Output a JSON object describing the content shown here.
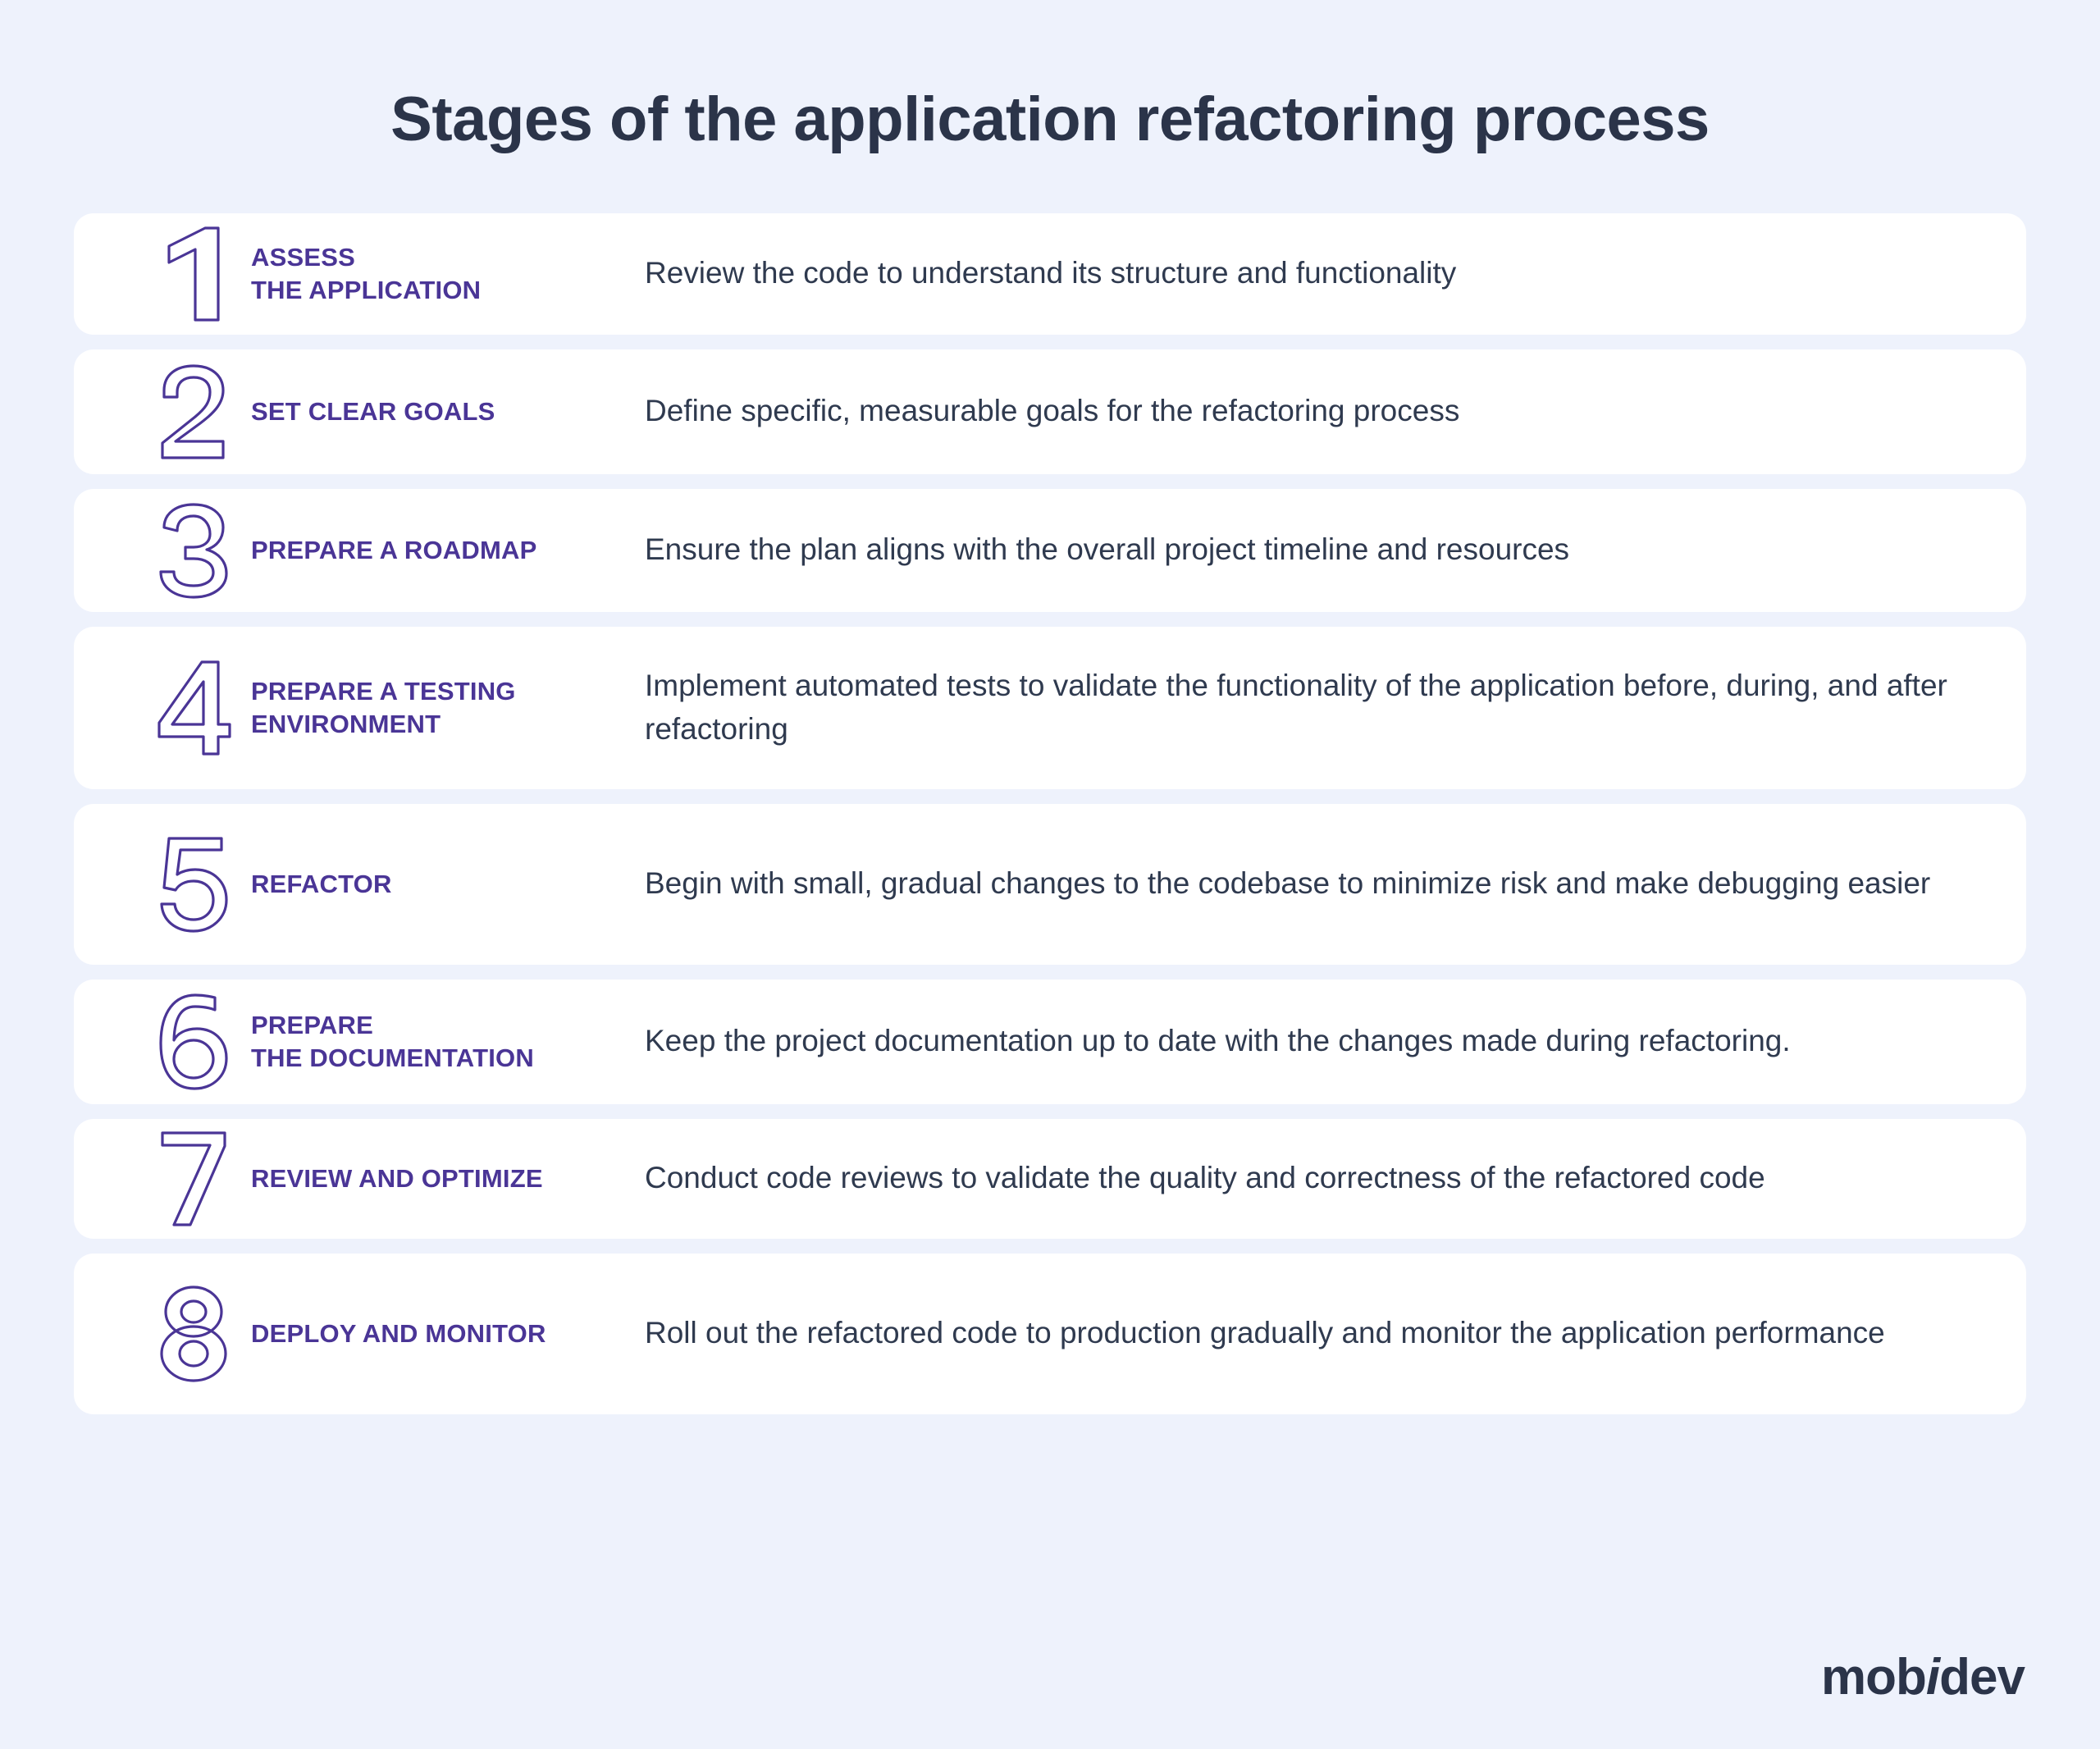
{
  "header": {
    "title": "Stages of the application refactoring process"
  },
  "colors": {
    "background": "#eef2fc",
    "card": "#ffffff",
    "title_text": "#2b3449",
    "step_label": "#4a3596",
    "step_number_outline": "#4a3596",
    "description_text": "#2f3a4f",
    "logo": "#2b3449"
  },
  "steps": [
    {
      "number": "1",
      "label": "ASSESS\nTHE APPLICATION",
      "label_line1": "ASSESS",
      "label_line2": "THE APPLICATION",
      "description": "Review the code to understand its structure and functionality"
    },
    {
      "number": "2",
      "label": "SET CLEAR GOALS",
      "label_line1": "SET CLEAR GOALS",
      "label_line2": "",
      "description": "Define specific, measurable goals for the refactoring process"
    },
    {
      "number": "3",
      "label": "PREPARE A ROADMAP",
      "label_line1": "PREPARE A ROADMAP",
      "label_line2": "",
      "description": "Ensure the plan aligns with the overall project timeline and resources"
    },
    {
      "number": "4",
      "label": "PREPARE A TESTING\nENVIRONMENT",
      "label_line1": "PREPARE A TESTING",
      "label_line2": "ENVIRONMENT",
      "description": "Implement automated tests to validate the functionality of the application before, during, and after refactoring"
    },
    {
      "number": "5",
      "label": "REFACTOR",
      "label_line1": "REFACTOR",
      "label_line2": "",
      "description": "Begin with small, gradual changes to the codebase to minimize risk and make debugging easier"
    },
    {
      "number": "6",
      "label": "PREPARE\nTHE DOCUMENTATION",
      "label_line1": "PREPARE",
      "label_line2": "THE DOCUMENTATION",
      "description": "Keep the project documentation up to date with the changes made during refactoring."
    },
    {
      "number": "7",
      "label": "REVIEW AND OPTIMIZE",
      "label_line1": "REVIEW AND OPTIMIZE",
      "label_line2": "",
      "description": "Conduct code reviews to validate the quality and correctness of the refactored code"
    },
    {
      "number": "8",
      "label": "DEPLOY AND MONITOR",
      "label_line1": "DEPLOY AND MONITOR",
      "label_line2": "",
      "description": "Roll out the refactored code to production gradually and monitor the application performance"
    }
  ],
  "footer": {
    "logo_part1": "mob",
    "logo_italic": "i",
    "logo_part2": "dev"
  }
}
